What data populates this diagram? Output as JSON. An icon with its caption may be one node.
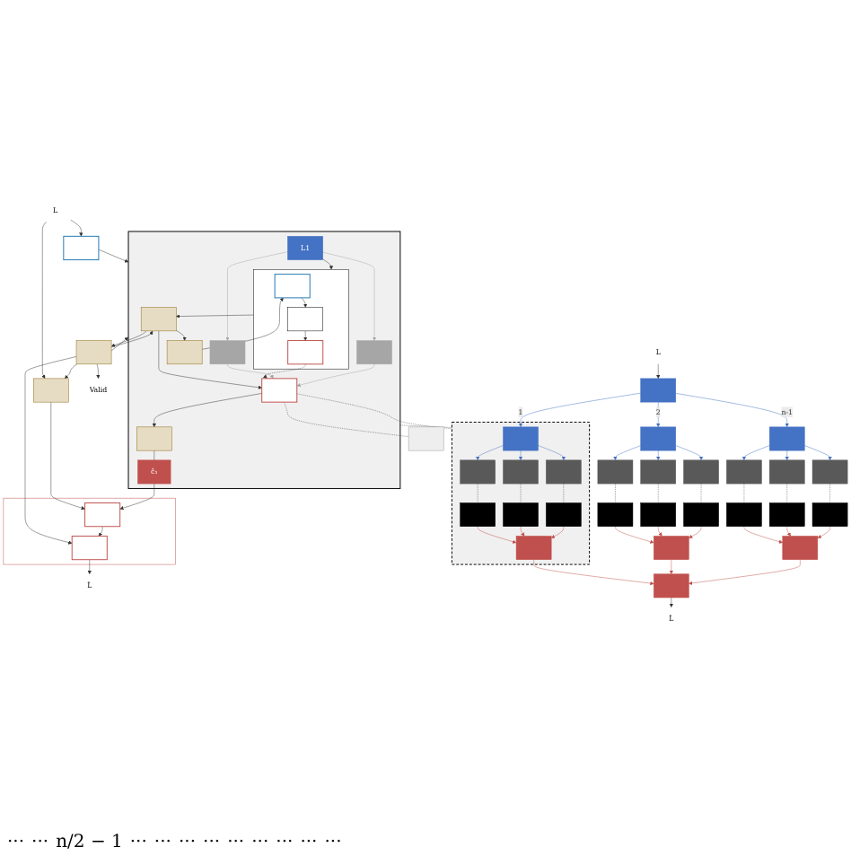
{
  "diagram": {
    "nodes": [
      {
        "text": [
          "L"
        ]
      },
      {
        "text": [],
        "shape": "box"
      },
      {
        "text": [],
        "shape": "box"
      },
      {
        "text": [],
        "shape": "box"
      },
      {
        "text": [],
        "shape": "box"
      },
      {
        "text": [
          "L1"
        ],
        "in": 4
      },
      {
        "text": [],
        "shape": "box",
        "in": 4
      },
      {
        "text": [],
        "shape": "box",
        "in": 4
      },
      {
        "text": [],
        "shape": "box",
        "in": 4
      },
      {
        "text": [],
        "shape": "box",
        "in": 8
      },
      {
        "text": [],
        "shape": "box",
        "in": 8
      },
      {
        "text": [],
        "shape": "box",
        "in": 8
      },
      {
        "text": [],
        "shape": "bar",
        "in": 4
      },
      {
        "text": [],
        "shape": "bar",
        "in": 4
      },
      {
        "text": [],
        "shape": "box",
        "in": 4
      },
      {
        "text": [],
        "shape": "box",
        "in": 4
      },
      {
        "text": [
          "ĉ₁"
        ],
        "in": 4
      },
      {
        "text": [],
        "shape": "box"
      },
      {
        "text": [],
        "shape": "box",
        "in": 17
      },
      {
        "text": [],
        "shape": "box",
        "in": 17
      },
      {
        "text": [
          "L̂"
        ]
      },
      {
        "text": [
          "Valid"
        ]
      },
      {
        "text": [
          "L"
        ]
      },
      {
        "text": [],
        "shape": "box"
      },
      {
        "text": [],
        "shape": "box"
      },
      {
        "text": [],
        "shape": "box",
        "in": 24
      },
      {
        "text": [],
        "shape": "box",
        "in": 24
      },
      {
        "text": [],
        "shape": "box",
        "in": 24
      },
      {
        "text": [],
        "shape": "box",
        "in": 24
      },
      {
        "text": [],
        "shape": "box",
        "in": 24
      },
      {
        "text": [],
        "shape": "box",
        "in": 24
      },
      {
        "text": [],
        "shape": "box",
        "in": 24
      },
      {
        "text": [],
        "shape": "box",
        "in": 24
      },
      {
        "text": [],
        "shape": "box"
      },
      {
        "text": [],
        "shape": "box"
      },
      {
        "text": [],
        "shape": "box"
      },
      {
        "text": [],
        "shape": "box"
      },
      {
        "text": [],
        "shape": "box"
      },
      {
        "text": [],
        "shape": "box"
      },
      {
        "text": [],
        "shape": "box"
      },
      {
        "text": [],
        "shape": "box"
      },
      {
        "text": [],
        "shape": "box"
      },
      {
        "text": [],
        "shape": "box"
      },
      {
        "text": [],
        "shape": "box"
      },
      {
        "text": [],
        "shape": "box"
      },
      {
        "text": [],
        "shape": "box"
      },
      {
        "text": [],
        "shape": "box"
      },
      {
        "text": [],
        "shape": "box"
      },
      {
        "text": [],
        "shape": "box"
      },
      {
        "text": [],
        "shape": "box"
      },
      {
        "text": [
          "L̂"
        ]
      },
      {
        "text": [],
        "shape": "box"
      }
    ],
    "edges": [
      {
        "from": 0,
        "to": 1,
        "arrow": "to"
      },
      {
        "from": 0,
        "to": 2,
        "arrow": "to"
      },
      {
        "from": 1,
        "to": 4,
        "arrow": "to"
      },
      {
        "from": 3,
        "to": 2,
        "arrow": "to"
      },
      {
        "from": 3,
        "to": 7,
        "arrow": "to"
      },
      {
        "from": 2,
        "to": 18,
        "arrow": "to"
      },
      {
        "from": 3,
        "to": 4,
        "arrow": "to"
      },
      {
        "from": 7,
        "to": 3,
        "arrow": "to"
      },
      {
        "from": 3,
        "to": 19,
        "arrow": "to"
      },
      {
        "from": 3,
        "to": 21,
        "arrow": "to"
      },
      {
        "from": 5,
        "to": 8,
        "arrow": "to"
      },
      {
        "from": 5,
        "to": 12,
        "arrow": "to",
        "color": "#a6a6a6"
      },
      {
        "from": 5,
        "to": 13,
        "arrow": "to",
        "color": "#a6a6a6"
      },
      {
        "from": 6,
        "to": 9,
        "arrow": "to"
      },
      {
        "from": 9,
        "to": 10,
        "arrow": "to"
      },
      {
        "from": 10,
        "to": 11,
        "arrow": "to"
      },
      {
        "from": 8,
        "to": 7,
        "arrow": "to"
      },
      {
        "from": 7,
        "to": 6,
        "arrow": "to"
      },
      {
        "from": 7,
        "to": 14,
        "arrow": "to"
      },
      {
        "from": 11,
        "to": 14,
        "arrow": "to",
        "style": "dashed"
      },
      {
        "from": 12,
        "to": 14,
        "arrow": "to",
        "color": "#a6a6a6"
      },
      {
        "from": 13,
        "to": 14,
        "arrow": "to",
        "color": "#a6a6a6"
      },
      {
        "from": 14,
        "to": 15,
        "arrow": "to"
      },
      {
        "from": 15,
        "to": 16,
        "arrow": "none"
      },
      {
        "from": 16,
        "to": 18,
        "arrow": "to"
      },
      {
        "from": 18,
        "to": 19,
        "arrow": "to"
      },
      {
        "from": 19,
        "to": 20,
        "arrow": "to"
      },
      {
        "from": 22,
        "to": 23,
        "arrow": "to"
      },
      {
        "from": 23,
        "to": 25,
        "label": "1",
        "arrow": "to",
        "color": "#4472c4"
      },
      {
        "from": 23,
        "to": 33,
        "label": "2",
        "arrow": "to",
        "color": "#4472c4"
      },
      {
        "from": 23,
        "to": 41,
        "label": "n-1",
        "arrow": "to",
        "color": "#4472c4"
      },
      {
        "from": 25,
        "to": 26,
        "arrow": "to",
        "color": "#4472c4"
      },
      {
        "from": 25,
        "to": 27,
        "arrow": "to",
        "color": "#4472c4"
      },
      {
        "from": 25,
        "to": 28,
        "arrow": "to",
        "color": "#4472c4"
      },
      {
        "from": 26,
        "to": 29,
        "arrow": "none",
        "style": "dashed"
      },
      {
        "from": 27,
        "to": 30,
        "arrow": "none",
        "style": "dashed"
      },
      {
        "from": 28,
        "to": 31,
        "arrow": "none",
        "style": "dashed"
      },
      {
        "from": 29,
        "to": 32,
        "arrow": "to",
        "color": "#c0504d"
      },
      {
        "from": 30,
        "to": 32,
        "arrow": "to",
        "color": "#c0504d"
      },
      {
        "from": 31,
        "to": 32,
        "arrow": "to",
        "color": "#c0504d"
      },
      {
        "from": 33,
        "to": 34,
        "arrow": "to",
        "color": "#4472c4"
      },
      {
        "from": 33,
        "to": 35,
        "arrow": "to",
        "color": "#4472c4"
      },
      {
        "from": 33,
        "to": 36,
        "arrow": "to",
        "color": "#4472c4"
      },
      {
        "from": 34,
        "to": 37,
        "arrow": "none",
        "style": "dashed"
      },
      {
        "from": 35,
        "to": 38,
        "arrow": "none",
        "style": "dashed"
      },
      {
        "from": 36,
        "to": 39,
        "arrow": "none",
        "style": "dashed"
      },
      {
        "from": 37,
        "to": 40,
        "arrow": "to",
        "color": "#c0504d"
      },
      {
        "from": 38,
        "to": 40,
        "arrow": "to",
        "color": "#c0504d"
      },
      {
        "from": 39,
        "to": 40,
        "arrow": "to",
        "color": "#c0504d"
      },
      {
        "from": 41,
        "to": 42,
        "arrow": "to",
        "color": "#4472c4"
      },
      {
        "from": 41,
        "to": 43,
        "arrow": "to",
        "color": "#4472c4"
      },
      {
        "from": 41,
        "to": 44,
        "arrow": "to",
        "color": "#4472c4"
      },
      {
        "from": 42,
        "to": 45,
        "arrow": "none",
        "style": "dashed"
      },
      {
        "from": 43,
        "to": 46,
        "arrow": "none",
        "style": "dashed"
      },
      {
        "from": 44,
        "to": 47,
        "arrow": "none",
        "style": "dashed"
      },
      {
        "from": 45,
        "to": 48,
        "arrow": "to",
        "color": "#c0504d"
      },
      {
        "from": 46,
        "to": 48,
        "arrow": "to",
        "color": "#c0504d"
      },
      {
        "from": 47,
        "to": 48,
        "arrow": "to",
        "color": "#c0504d"
      },
      {
        "from": 32,
        "to": 49,
        "arrow": "to",
        "color": "#c0504d"
      },
      {
        "from": 40,
        "to": 49,
        "arrow": "to",
        "color": "#c0504d"
      },
      {
        "from": 48,
        "to": 49,
        "arrow": "to",
        "color": "#c0504d"
      },
      {
        "from": 49,
        "to": 50,
        "arrow": "to"
      },
      {
        "from": 4,
        "to": 24,
        "arrow": "none",
        "style": "dashed"
      },
      {
        "from": 14,
        "to": 24,
        "arrow": "none",
        "style": "dashed"
      },
      {
        "from": 14,
        "to": 51,
        "arrow": "none",
        "style": "dashed"
      }
    ],
    "labels": [
      "···",
      "···",
      "n/2 − 1",
      "···",
      "···",
      "···",
      "···",
      "···",
      "···",
      "···",
      "···",
      "···"
    ]
  }
}
